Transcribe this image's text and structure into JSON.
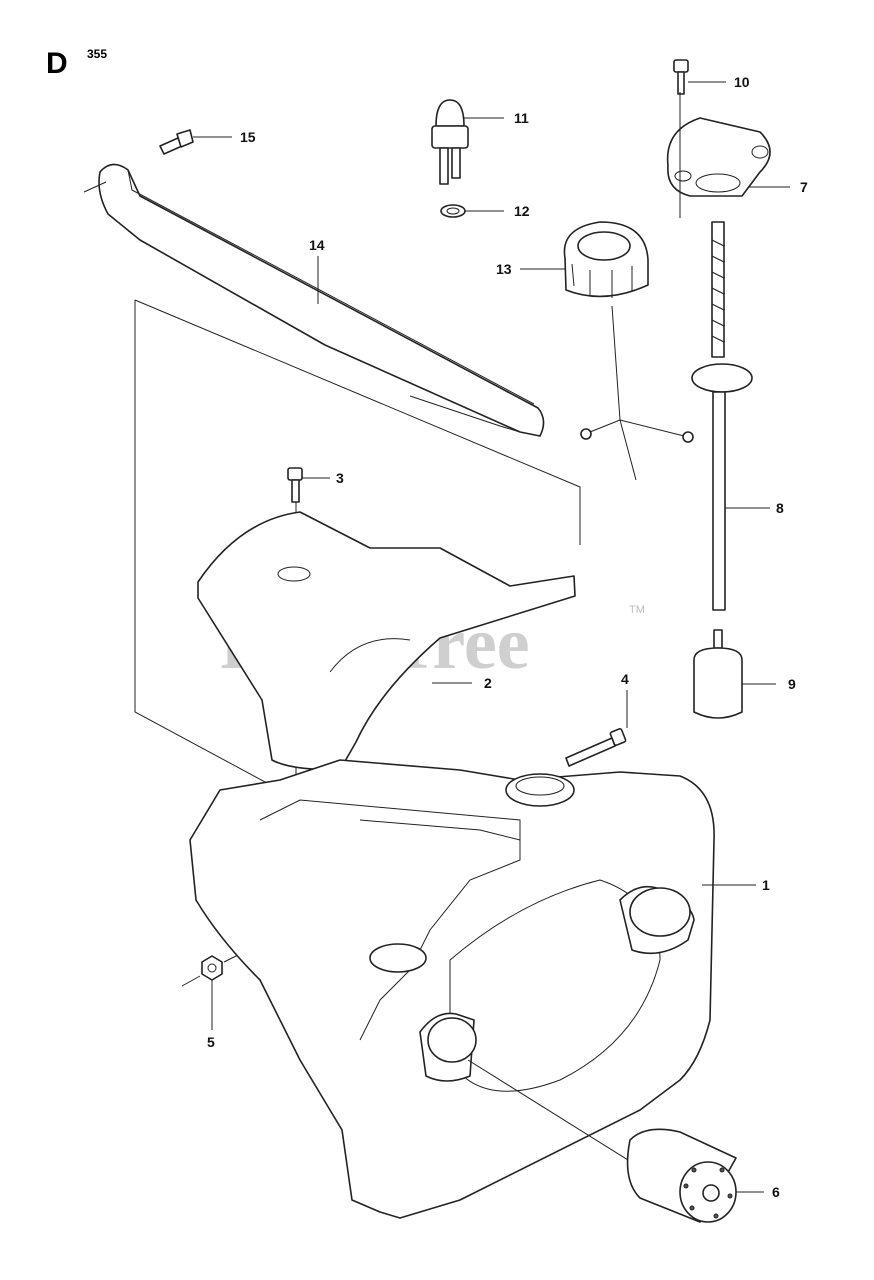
{
  "section": {
    "letter": "D",
    "model": "355"
  },
  "watermark": {
    "brand": "PartsTree",
    "trademark": "TM"
  },
  "callouts": [
    {
      "id": "1",
      "label": "1"
    },
    {
      "id": "2",
      "label": "2"
    },
    {
      "id": "3",
      "label": "3"
    },
    {
      "id": "4",
      "label": "4"
    },
    {
      "id": "5",
      "label": "5"
    },
    {
      "id": "6",
      "label": "6"
    },
    {
      "id": "7",
      "label": "7"
    },
    {
      "id": "8",
      "label": "8"
    },
    {
      "id": "9",
      "label": "9"
    },
    {
      "id": "10",
      "label": "10"
    },
    {
      "id": "11",
      "label": "11"
    },
    {
      "id": "12",
      "label": "12"
    },
    {
      "id": "13",
      "label": "13"
    },
    {
      "id": "14",
      "label": "14"
    },
    {
      "id": "15",
      "label": "15"
    }
  ]
}
